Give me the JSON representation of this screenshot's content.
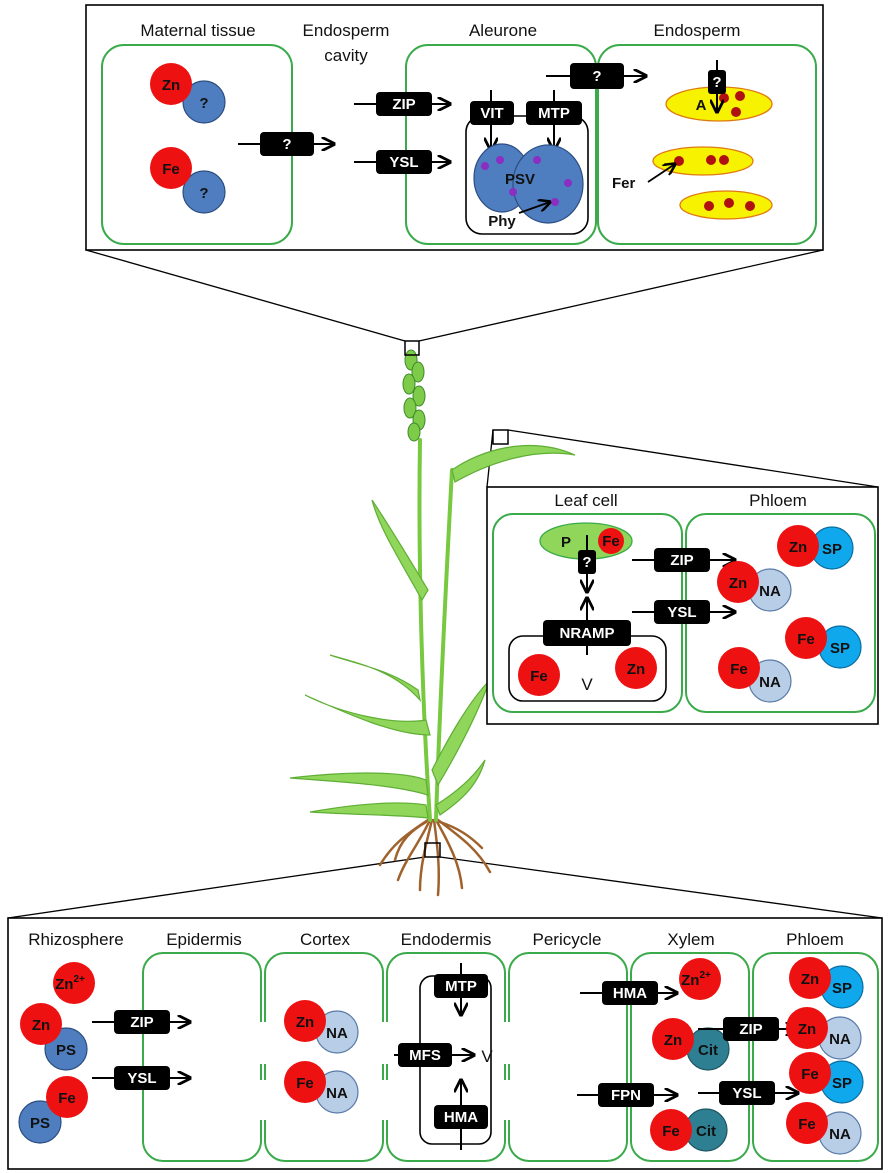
{
  "colors": {
    "zn_fe": "#ee1111",
    "chelator_dark": "#4f7ec0",
    "na": "#b8cde6",
    "sp": "#10a8ec",
    "cit": "#2f7f92",
    "phytate": "#8a2fc2",
    "amyloplast": "#f6f200",
    "membrane": "#3aaa4a",
    "transporter": "#000000",
    "plant": "#7ed04a",
    "root": "#a0622c"
  },
  "grain": {
    "tissues": [
      "Maternal tissue",
      "Endosperm",
      "cavity",
      "Aleurone",
      "Endosperm"
    ],
    "maternal_ions": [
      "Zn",
      "Fe"
    ],
    "unknown": "?",
    "transporters": [
      "ZIP",
      "YSL",
      "VIT",
      "MTP"
    ],
    "psv": "PSV",
    "phy": "Phy",
    "amyloplast": "A",
    "ferritin": "Fer"
  },
  "leaf": {
    "tissues": [
      "Leaf cell",
      "Phloem"
    ],
    "plastid": "P",
    "plastid_ion": "Fe",
    "unknown": "?",
    "transporters": [
      "ZIP",
      "YSL",
      "NRAMP"
    ],
    "vacuole": "V",
    "vacuole_ions": [
      "Fe",
      "Zn"
    ],
    "phloem_complexes": [
      {
        "metal": "Zn",
        "ligand": "SP"
      },
      {
        "metal": "Zn",
        "ligand": "NA"
      },
      {
        "metal": "Fe",
        "ligand": "SP"
      },
      {
        "metal": "Fe",
        "ligand": "NA"
      }
    ]
  },
  "root": {
    "tissues": [
      "Rhizosphere",
      "Epidermis",
      "Cortex",
      "Endodermis",
      "Pericycle",
      "Xylem",
      "Phloem"
    ],
    "zn_base": "Zn",
    "zn_sup": "2+",
    "rhizo_complexes": [
      {
        "metal": "Zn",
        "ligand": "PS"
      },
      {
        "metal": "Fe",
        "ligand": "PS"
      }
    ],
    "transporters": [
      "ZIP",
      "YSL",
      "MTP",
      "MFS",
      "HMA",
      "HMA",
      "FPN",
      "ZIP",
      "YSL"
    ],
    "cortex_complexes": [
      {
        "metal": "Zn",
        "ligand": "NA"
      },
      {
        "metal": "Fe",
        "ligand": "NA"
      }
    ],
    "vacuole": "V",
    "xylem_complexes": [
      {
        "metal": "Zn",
        "ligand": "Cit"
      },
      {
        "metal": "Fe",
        "ligand": "Cit"
      }
    ],
    "phloem_complexes": [
      {
        "metal": "Zn",
        "ligand": "SP"
      },
      {
        "metal": "Zn",
        "ligand": "NA"
      },
      {
        "metal": "Fe",
        "ligand": "SP"
      },
      {
        "metal": "Fe",
        "ligand": "NA"
      }
    ]
  }
}
